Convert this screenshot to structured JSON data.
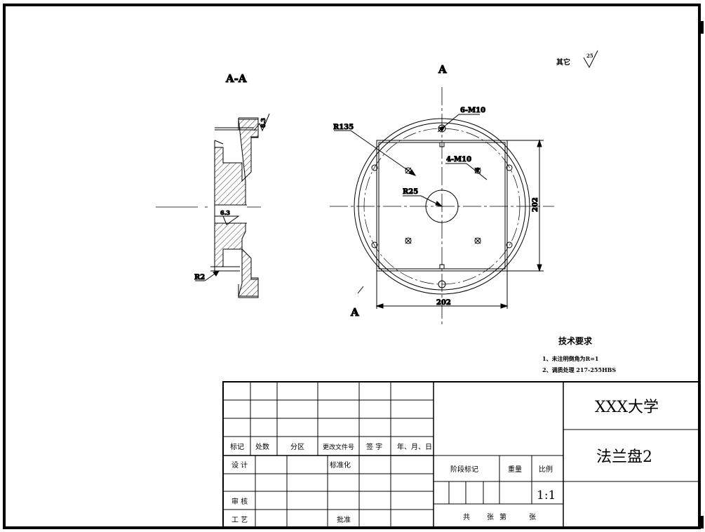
{
  "drawing": {
    "section_label": "A-A",
    "view_label_top": "A",
    "view_label_bottom": "A",
    "roughness_other_label": "其它",
    "roughness_other_value": "25",
    "dims": {
      "r135": "R135",
      "six_m10": "6-M10",
      "four_m10": "4-M10",
      "r25": "R25",
      "width_202": "202",
      "height_202": "202",
      "r2": "R2",
      "rough_63_a": "6.3",
      "rough_63_b": "6.3"
    }
  },
  "tech": {
    "title": "技术要求",
    "line1": "1、未注明倒角为R=1",
    "line2": "2、调质处理 217-255HBS"
  },
  "title_block": {
    "school": "XXX大学",
    "part_name": "法兰盘2",
    "scale": "1:1",
    "headers": [
      "标记",
      "处数",
      "分区",
      "更改文件号",
      "签 字",
      "年、月、日"
    ],
    "design": "设 计",
    "standardize": "标准化",
    "review": "审 核",
    "process": "工 艺",
    "approve": "批准",
    "stage_mark": "阶段标记",
    "weight": "重量",
    "ratio": "比例",
    "sheet_total": "共",
    "sheet_zhang1": "张",
    "sheet_di": "第",
    "sheet_zhang2": "张"
  }
}
